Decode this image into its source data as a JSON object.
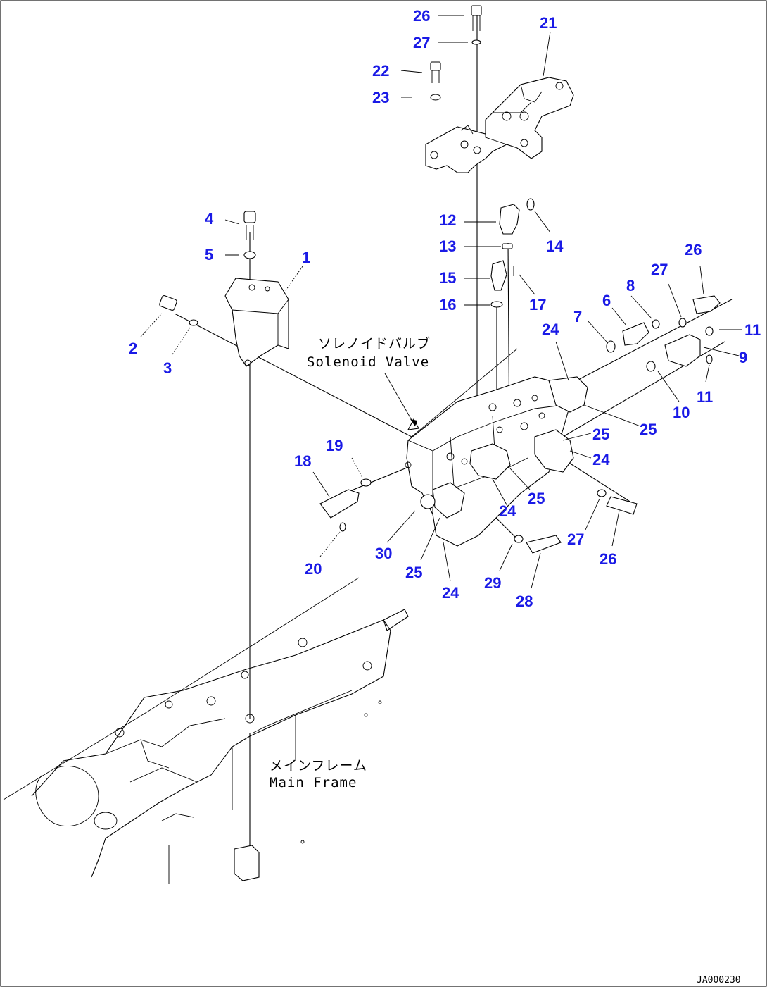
{
  "drawing": {
    "code": "JA000230",
    "captions": {
      "solenoid_jp": "ソレノイドバルブ",
      "solenoid_en": "Solenoid Valve",
      "frame_jp": "メインフレーム",
      "frame_en": "Main Frame"
    },
    "callouts": [
      "26",
      "27",
      "21",
      "22",
      "23",
      "4",
      "5",
      "1",
      "2",
      "3",
      "12",
      "13",
      "14",
      "15",
      "16",
      "17",
      "26",
      "27",
      "8",
      "6",
      "7",
      "11",
      "9",
      "11",
      "10",
      "24",
      "25",
      "25",
      "24",
      "19",
      "18",
      "24",
      "25",
      "20",
      "30",
      "25",
      "24",
      "29",
      "28",
      "27",
      "26"
    ]
  }
}
